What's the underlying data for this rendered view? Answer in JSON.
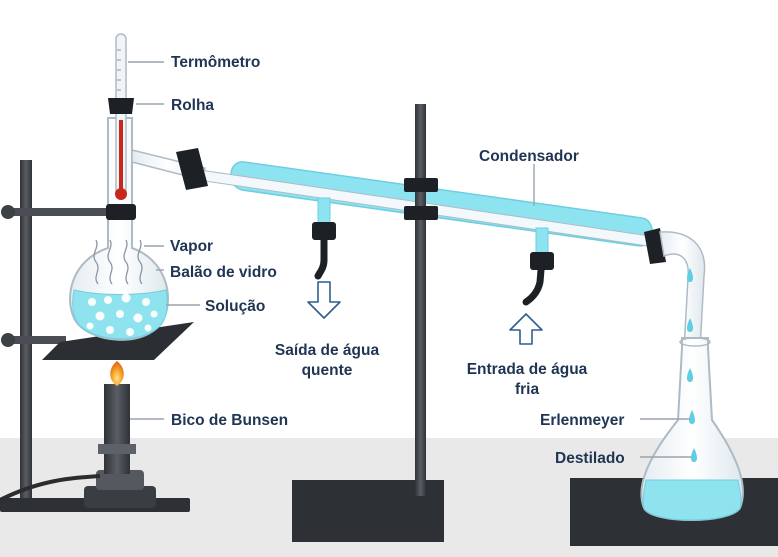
{
  "labels": {
    "thermometer": "Termômetro",
    "stopper": "Rolha",
    "vapor": "Vapor",
    "flask": "Balão de vidro",
    "solution": "Solução",
    "burner": "Bico de Bunsen",
    "condenser": "Condensador",
    "water_out_line1": "Saída de água",
    "water_out_line2": "quente",
    "water_in_line1": "Entrada de água",
    "water_in_line2": "fria",
    "erlenmeyer": "Erlenmeyer",
    "distillate": "Destilado"
  },
  "colors": {
    "background": "#ffffff",
    "floor": "#e9e9e9",
    "label_text": "#1f3553",
    "leader_line": "#9aa3ad",
    "stand_metal": "#3d4045",
    "base_plate": "#2d3034",
    "glass": "#eef3f6",
    "glass_edge": "#aebbc5",
    "cooling_water": "#8ee3f0",
    "solution": "#8fe3ef",
    "flame": "#f39a1e",
    "thermometer_mercury": "#c8281c",
    "stopper": "#1d2024",
    "drops": "#5fcde2"
  },
  "icons": {
    "water_out_arrow": "arrow-down-icon",
    "water_in_arrow": "arrow-up-icon"
  }
}
